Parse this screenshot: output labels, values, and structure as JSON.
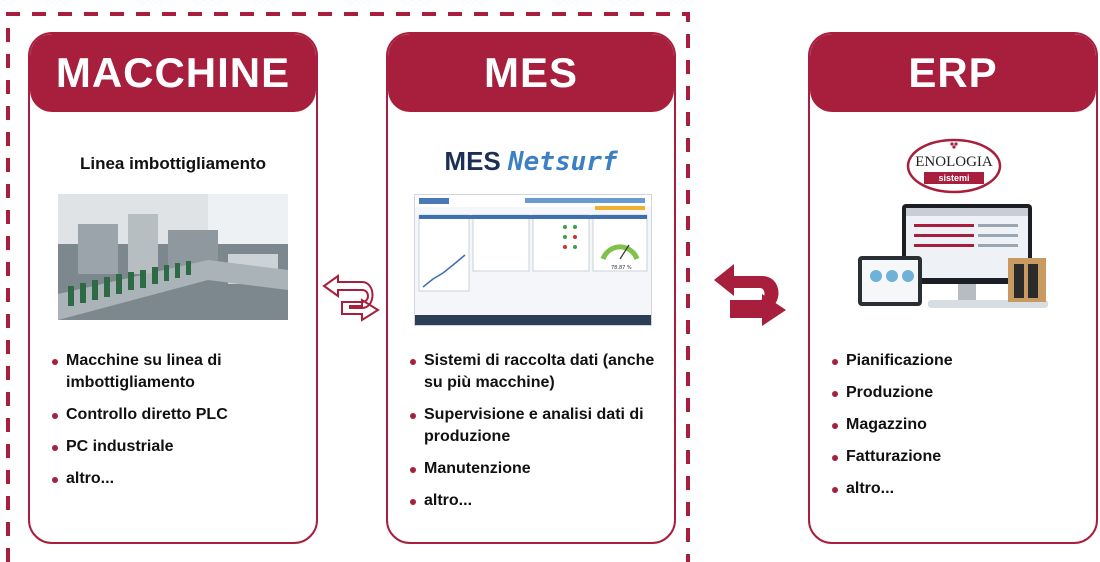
{
  "colors": {
    "accent": "#a81f3d",
    "text": "#111111"
  },
  "cards": [
    {
      "title": "MACCHINE",
      "subtitle": "Linea imbottigliamento",
      "image": "bottling-line-photo",
      "bullets": [
        "Macchine su linea di imbottigliamento",
        "Controllo diretto PLC",
        "PC industriale",
        "altro..."
      ]
    },
    {
      "title": "MES",
      "logo": {
        "word1": "MES",
        "word2": "Netsurf"
      },
      "image": "mes-dashboard-screenshot",
      "screen_gauge": "78.87 %",
      "bullets": [
        "Sistemi di raccolta dati (anche su più macchine)",
        "Supervisione e analisi dati di produzione",
        "Manutenzione",
        "altro..."
      ]
    },
    {
      "title": "ERP",
      "logo": {
        "name": "ENOLOGIA",
        "sub": "sistemi"
      },
      "image": "erp-computer-mockup",
      "bullets": [
        "Pianificazione",
        "Produzione",
        "Magazzino",
        "Fatturazione",
        "altro..."
      ]
    }
  ],
  "arrows": [
    "bidirectional-arrow-outline",
    "bidirectional-arrow-solid"
  ]
}
